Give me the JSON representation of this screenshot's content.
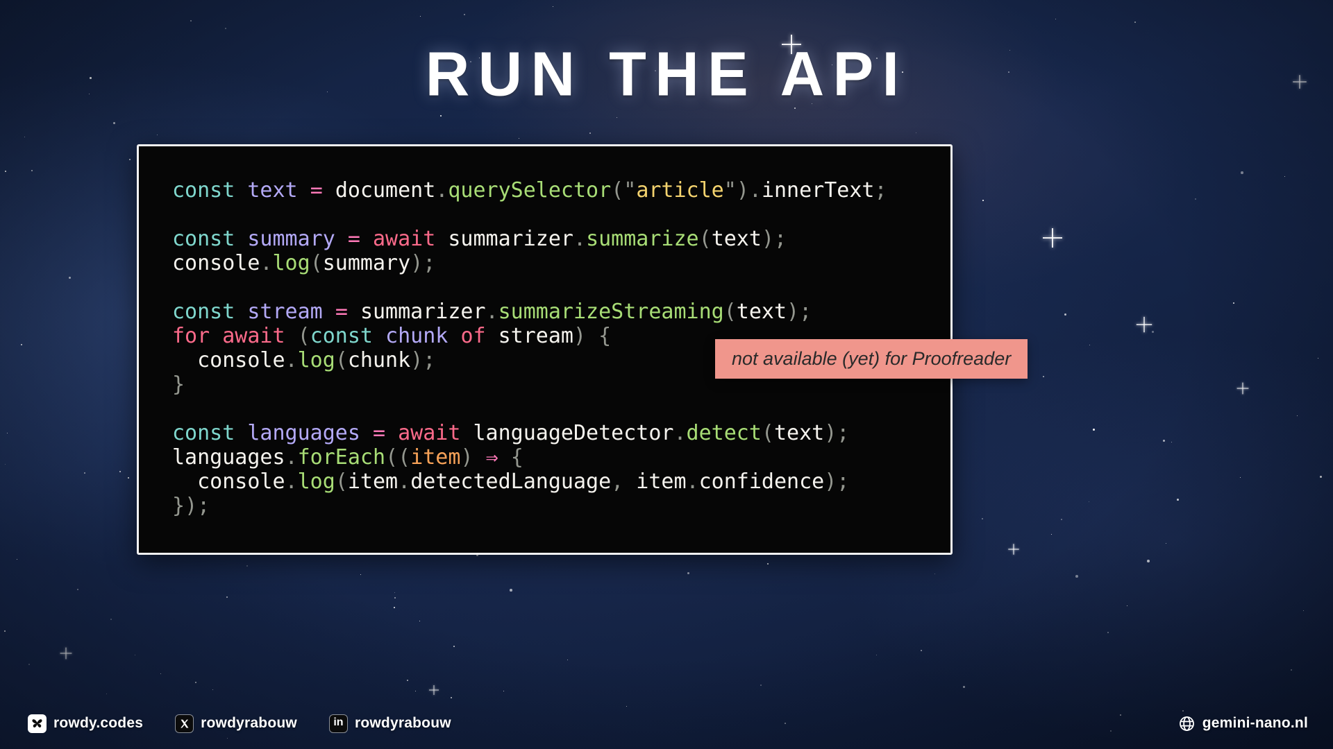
{
  "title": "RUN THE API",
  "code": {
    "lines": [
      [
        [
          "const",
          "kw"
        ],
        [
          " ",
          "pl"
        ],
        [
          "text",
          "vr"
        ],
        [
          " ",
          "pl"
        ],
        [
          "=",
          "op"
        ],
        [
          " ",
          "pl"
        ],
        [
          "document",
          "pl"
        ],
        [
          ".",
          "pu"
        ],
        [
          "querySelector",
          "fn"
        ],
        [
          "(",
          "pu"
        ],
        [
          "\"",
          "pu"
        ],
        [
          "article",
          "st"
        ],
        [
          "\"",
          "pu"
        ],
        [
          ")",
          "pu"
        ],
        [
          ".",
          "pu"
        ],
        [
          "innerText",
          "pl"
        ],
        [
          ";",
          "pu"
        ]
      ],
      [],
      [
        [
          "const",
          "kw"
        ],
        [
          " ",
          "pl"
        ],
        [
          "summary",
          "vr"
        ],
        [
          " ",
          "pl"
        ],
        [
          "=",
          "op"
        ],
        [
          " ",
          "pl"
        ],
        [
          "await",
          "ct"
        ],
        [
          " ",
          "pl"
        ],
        [
          "summarizer",
          "pl"
        ],
        [
          ".",
          "pu"
        ],
        [
          "summarize",
          "fn"
        ],
        [
          "(",
          "pu"
        ],
        [
          "text",
          "pl"
        ],
        [
          ")",
          "pu"
        ],
        [
          ";",
          "pu"
        ]
      ],
      [
        [
          "console",
          "pl"
        ],
        [
          ".",
          "pu"
        ],
        [
          "log",
          "fn"
        ],
        [
          "(",
          "pu"
        ],
        [
          "summary",
          "pl"
        ],
        [
          ")",
          "pu"
        ],
        [
          ";",
          "pu"
        ]
      ],
      [],
      [
        [
          "const",
          "kw"
        ],
        [
          " ",
          "pl"
        ],
        [
          "stream",
          "vr"
        ],
        [
          " ",
          "pl"
        ],
        [
          "=",
          "op"
        ],
        [
          " ",
          "pl"
        ],
        [
          "summarizer",
          "pl"
        ],
        [
          ".",
          "pu"
        ],
        [
          "summarizeStreaming",
          "fn"
        ],
        [
          "(",
          "pu"
        ],
        [
          "text",
          "pl"
        ],
        [
          ")",
          "pu"
        ],
        [
          ";",
          "pu"
        ]
      ],
      [
        [
          "for",
          "ct"
        ],
        [
          " ",
          "pl"
        ],
        [
          "await",
          "ct"
        ],
        [
          " ",
          "pl"
        ],
        [
          "(",
          "pu"
        ],
        [
          "const",
          "kw"
        ],
        [
          " ",
          "pl"
        ],
        [
          "chunk",
          "vr"
        ],
        [
          " ",
          "pl"
        ],
        [
          "of",
          "ct"
        ],
        [
          " ",
          "pl"
        ],
        [
          "stream",
          "pl"
        ],
        [
          ")",
          "pu"
        ],
        [
          " ",
          "pl"
        ],
        [
          "{",
          "pu"
        ]
      ],
      [
        [
          "  ",
          "pl"
        ],
        [
          "console",
          "pl"
        ],
        [
          ".",
          "pu"
        ],
        [
          "log",
          "fn"
        ],
        [
          "(",
          "pu"
        ],
        [
          "chunk",
          "pl"
        ],
        [
          ")",
          "pu"
        ],
        [
          ";",
          "pu"
        ]
      ],
      [
        [
          "}",
          "pu"
        ]
      ],
      [],
      [
        [
          "const",
          "kw"
        ],
        [
          " ",
          "pl"
        ],
        [
          "languages",
          "vr"
        ],
        [
          " ",
          "pl"
        ],
        [
          "=",
          "op"
        ],
        [
          " ",
          "pl"
        ],
        [
          "await",
          "ct"
        ],
        [
          " ",
          "pl"
        ],
        [
          "languageDetector",
          "pl"
        ],
        [
          ".",
          "pu"
        ],
        [
          "detect",
          "fn"
        ],
        [
          "(",
          "pu"
        ],
        [
          "text",
          "pl"
        ],
        [
          ")",
          "pu"
        ],
        [
          ";",
          "pu"
        ]
      ],
      [
        [
          "languages",
          "pl"
        ],
        [
          ".",
          "pu"
        ],
        [
          "forEach",
          "fn"
        ],
        [
          "(",
          "pu"
        ],
        [
          "(",
          "pu"
        ],
        [
          "item",
          "pr"
        ],
        [
          ")",
          "pu"
        ],
        [
          " ",
          "pl"
        ],
        [
          "⇒",
          "op"
        ],
        [
          " ",
          "pl"
        ],
        [
          "{",
          "pu"
        ]
      ],
      [
        [
          "  ",
          "pl"
        ],
        [
          "console",
          "pl"
        ],
        [
          ".",
          "pu"
        ],
        [
          "log",
          "fn"
        ],
        [
          "(",
          "pu"
        ],
        [
          "item",
          "pl"
        ],
        [
          ".",
          "pu"
        ],
        [
          "detectedLanguage",
          "pl"
        ],
        [
          ",",
          "pu"
        ],
        [
          " ",
          "pl"
        ],
        [
          "item",
          "pl"
        ],
        [
          ".",
          "pu"
        ],
        [
          "confidence",
          "pl"
        ],
        [
          ")",
          "pu"
        ],
        [
          ";",
          "pu"
        ]
      ],
      [
        [
          "}",
          "pu"
        ],
        [
          ")",
          "pu"
        ],
        [
          ";",
          "pu"
        ]
      ]
    ]
  },
  "annotation": {
    "label": "not available (yet) for Proofreader"
  },
  "footer": {
    "items": [
      {
        "icon": "bluesky-icon",
        "label": "rowdy.codes"
      },
      {
        "icon": "x-icon",
        "label": "rowdyrabouw"
      },
      {
        "icon": "linkedin-icon",
        "label": "rowdyrabouw"
      }
    ],
    "site": {
      "icon": "globe-icon",
      "label": "gemini-nano.nl"
    }
  },
  "colors": {
    "keyword": "#7fd7cd",
    "variable": "#b3a9f6",
    "operator": "#ff79b8",
    "control": "#fb6a8a",
    "function": "#a8dd76",
    "string": "#f3d26e",
    "parameter": "#f7a258",
    "plain": "#f5f3ee",
    "punctuation": "#94978f",
    "annotation_bg": "#f0968c"
  }
}
